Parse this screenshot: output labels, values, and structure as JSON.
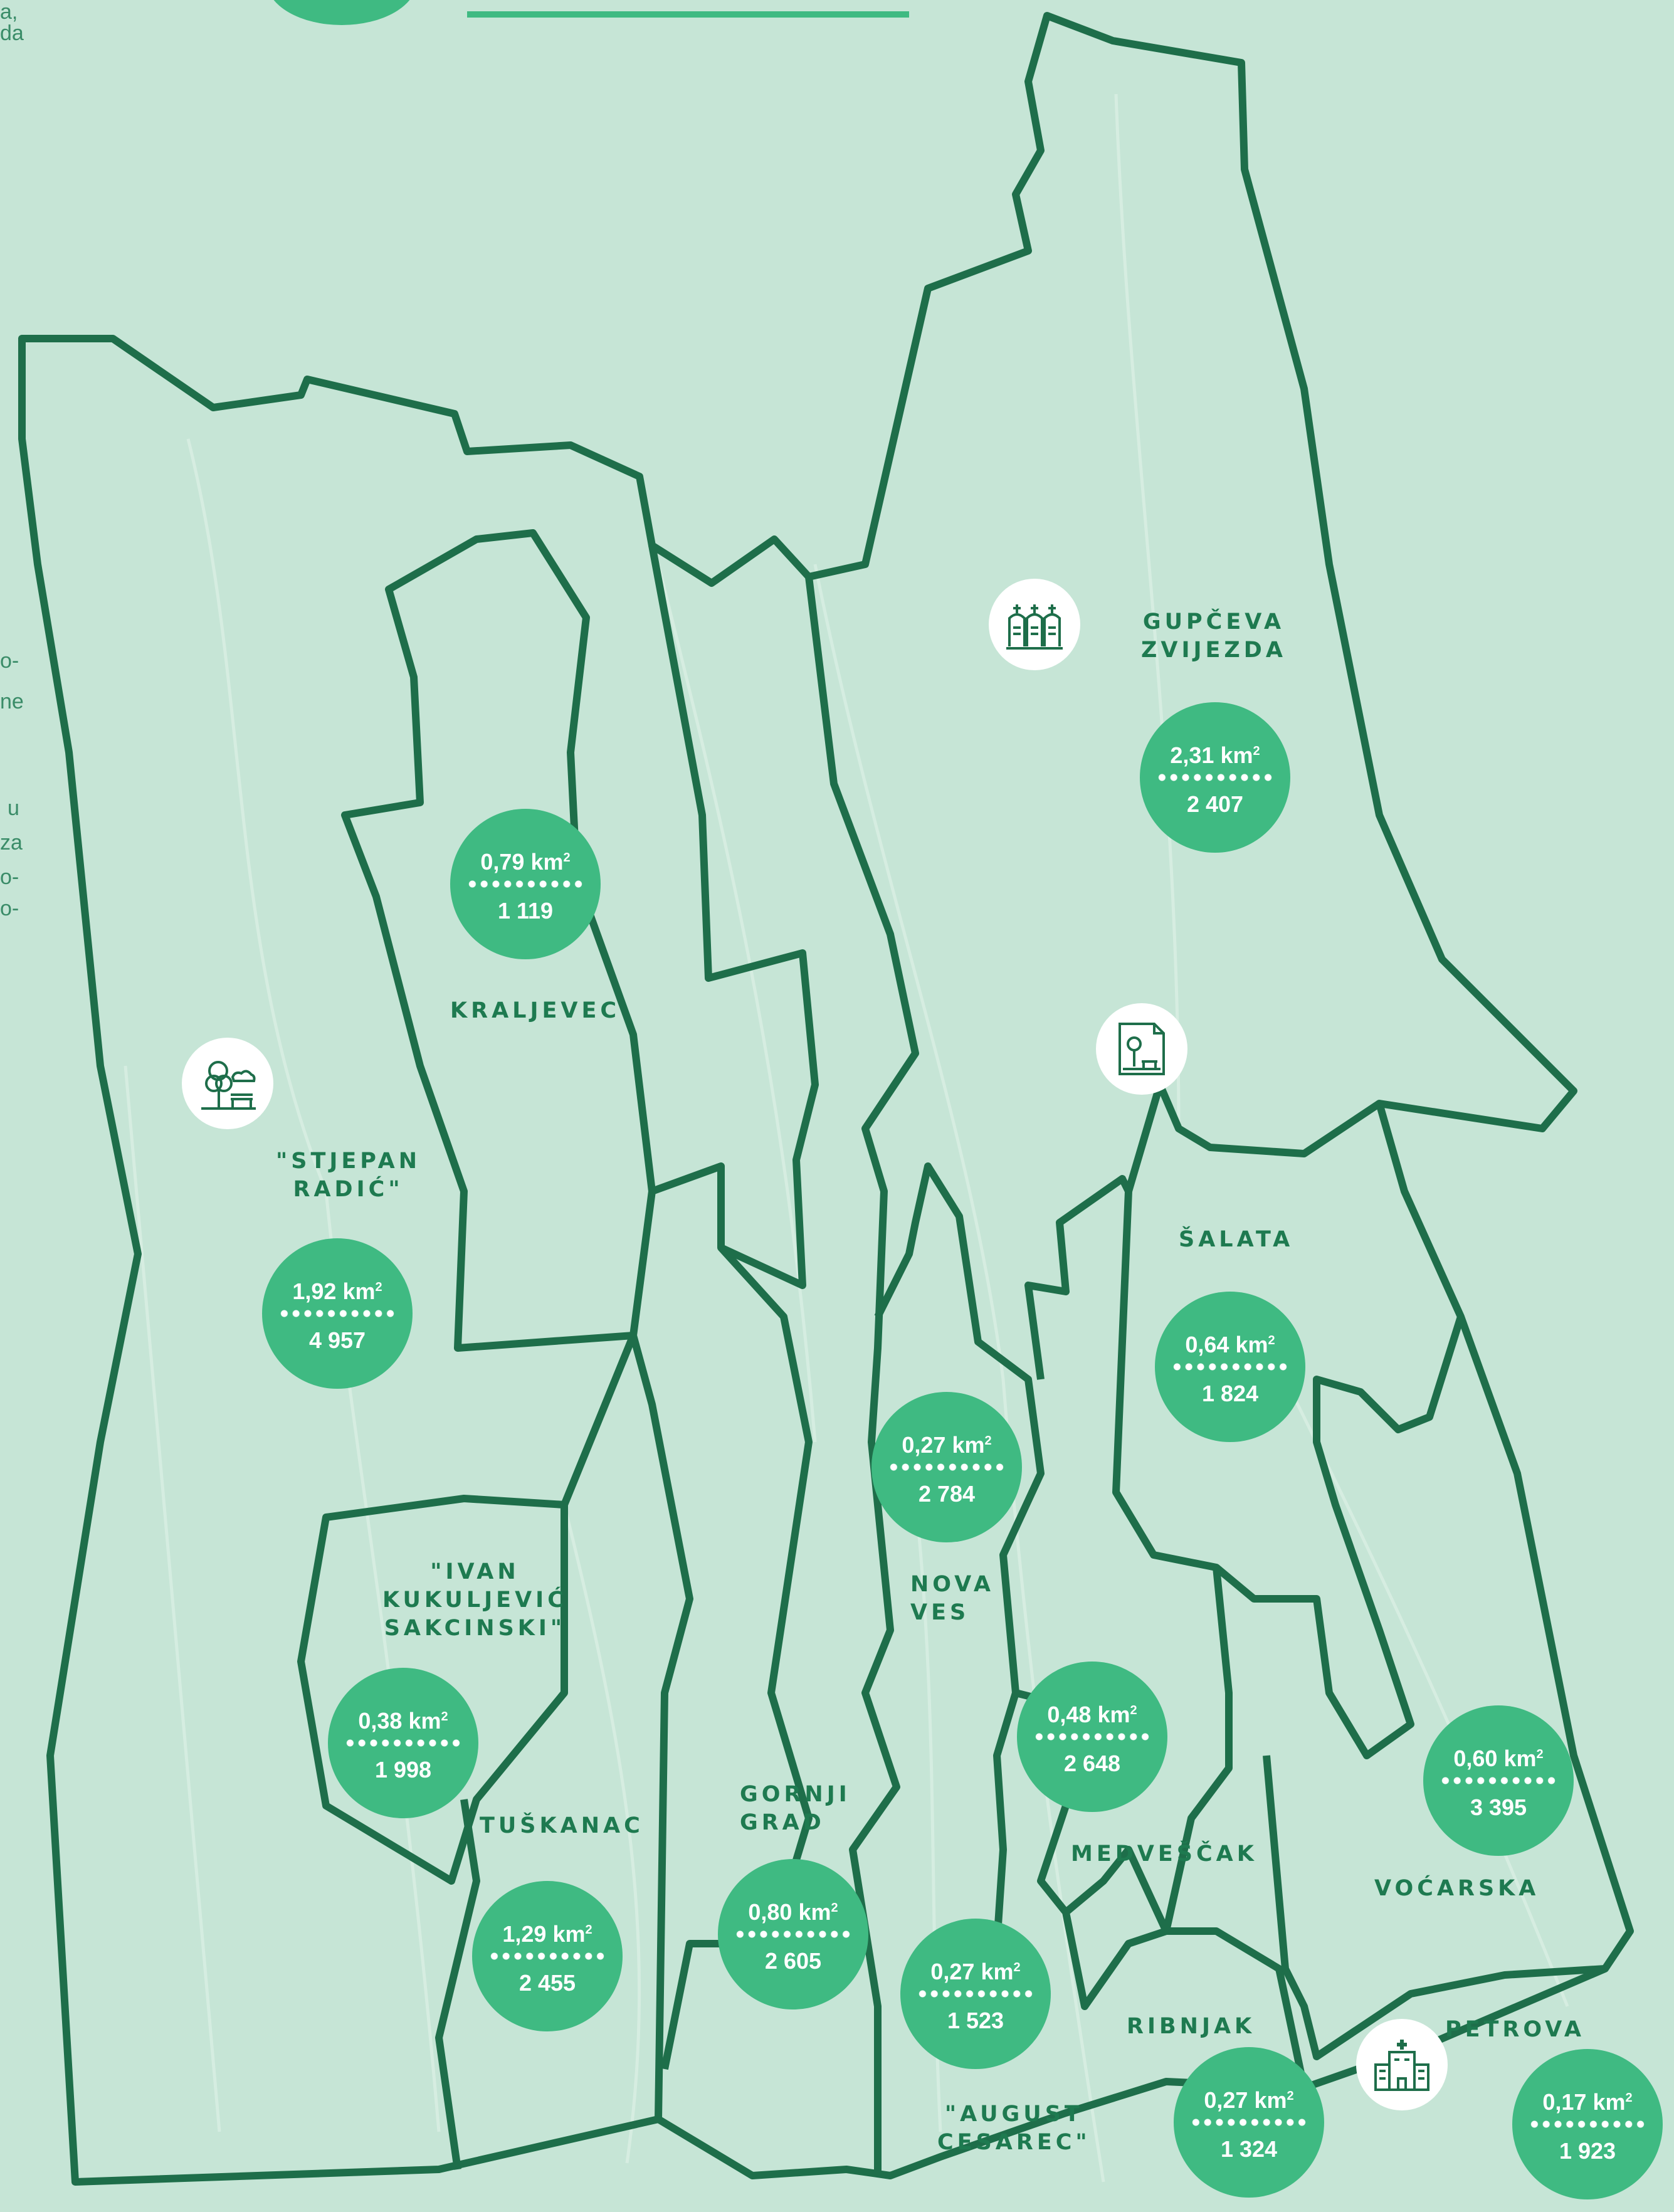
{
  "districts": [
    {
      "key": "gupceva",
      "name": "GUPČEVA\nZVIJEZDA",
      "area": "2,31",
      "unit": "km",
      "sup": "2",
      "population": "2 407"
    },
    {
      "key": "kraljevec",
      "name": "KRALJEVEC",
      "area": "0,79",
      "unit": "km",
      "sup": "2",
      "population": "1 119"
    },
    {
      "key": "radic",
      "name": "\"STJEPAN\nRADIĆ\"",
      "area": "1,92",
      "unit": "km",
      "sup": "2",
      "population": "4 957"
    },
    {
      "key": "salata",
      "name": "ŠALATA",
      "area": "0,64",
      "unit": "km",
      "sup": "2",
      "population": "1 824"
    },
    {
      "key": "novaves",
      "name": "NOVA\nVES",
      "area": "0,27",
      "unit": "km",
      "sup": "2",
      "population": "2 784"
    },
    {
      "key": "kukuljevic",
      "name": "\"IVAN\nKUKULJEVIĆ\nSAKCINSKI\"",
      "area": "0,38",
      "unit": "km",
      "sup": "2",
      "population": "1 998"
    },
    {
      "key": "medvescak",
      "name": "MEDVEŠČAK",
      "area": "0,48",
      "unit": "km",
      "sup": "2",
      "population": "2 648"
    },
    {
      "key": "vocarska",
      "name": "VOĆARSKA",
      "area": "0,60",
      "unit": "km",
      "sup": "2",
      "population": "3 395"
    },
    {
      "key": "tuskanac",
      "name": "TUŠKANAC",
      "area": "1,29",
      "unit": "km",
      "sup": "2",
      "population": "2 455"
    },
    {
      "key": "gornjigrad",
      "name": "GORNJI\nGRAD",
      "area": "0,80",
      "unit": "km",
      "sup": "2",
      "population": "2 605"
    },
    {
      "key": "cesarec",
      "name": "\"AUGUST\nCESAREC\"",
      "area": "0,27",
      "unit": "km",
      "sup": "2",
      "population": "1 523"
    },
    {
      "key": "ribnjak",
      "name": "RIBNJAK",
      "area": "0,27",
      "unit": "km",
      "sup": "2",
      "population": "1 324"
    },
    {
      "key": "petrova",
      "name": "PETROVA",
      "area": "0,17",
      "unit": "km",
      "sup": "2",
      "population": "1 923"
    }
  ],
  "icons": [
    {
      "key": "cemetery",
      "icon": "cemetery-icon"
    },
    {
      "key": "park",
      "icon": "park-icon"
    },
    {
      "key": "park-map",
      "icon": "park-map-icon"
    },
    {
      "key": "hospital",
      "icon": "hospital-icon"
    }
  ],
  "edge_text": [
    "a,",
    "da",
    "o-",
    "ne",
    "u",
    "za",
    "o-",
    "o-"
  ],
  "colors": {
    "background": "#c6e5d6",
    "boundary": "#1e6e4a",
    "badge": "#3fba82",
    "label": "#1e7a50"
  }
}
